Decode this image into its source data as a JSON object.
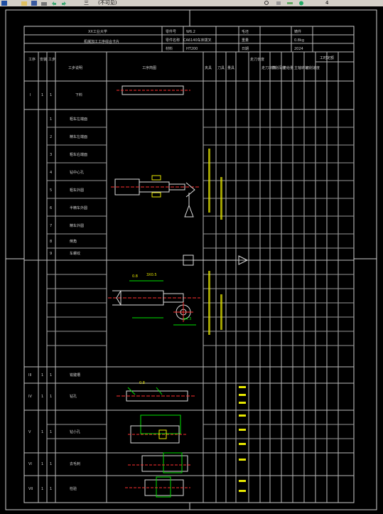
{
  "toolbar": {
    "label_left": "三",
    "label_mid": "(不可见)",
    "label_right": "4"
  },
  "card": {
    "school": "XX工业大学",
    "title": "机械加工工序综合卡片",
    "header_cols": [
      "零件号",
      "零件名称",
      "材料"
    ],
    "header_vals": [
      "W6.2",
      "CA6140车床拨叉",
      "HT200"
    ],
    "header_cols2": [
      "毛坯",
      "重量",
      "日期"
    ],
    "header_vals2": [
      "铸件",
      "0.8kg",
      "2024"
    ],
    "columns": [
      "工序",
      "安装",
      "工步",
      "工步说明",
      "工序简图",
      "夹具",
      "刀具",
      "量具",
      "走刀长度",
      "走刀次数",
      "切削深度",
      "进给量",
      "主轴转速",
      "切削速度",
      "工时定额"
    ]
  },
  "rows": [
    {
      "op": "I",
      "inst": "1",
      "step": "1",
      "desc": "下料"
    },
    {
      "op": "",
      "inst": "",
      "step": "1",
      "desc": "粗车左端面"
    },
    {
      "op": "",
      "inst": "",
      "step": "2",
      "desc": "精车左端面"
    },
    {
      "op": "",
      "inst": "",
      "step": "3",
      "desc": "粗车右端面"
    },
    {
      "op": "",
      "inst": "",
      "step": "4",
      "desc": "钻中心孔"
    },
    {
      "op": "",
      "inst": "",
      "step": "5",
      "desc": "粗车外圆"
    },
    {
      "op": "",
      "inst": "",
      "step": "6",
      "desc": "半精车外圆"
    },
    {
      "op": "",
      "inst": "",
      "step": "7",
      "desc": "精车外圆"
    },
    {
      "op": "",
      "inst": "",
      "step": "8",
      "desc": "倒角"
    },
    {
      "op": "",
      "inst": "",
      "step": "9",
      "desc": "车螺纹"
    },
    {
      "op": "III",
      "inst": "1",
      "step": "1",
      "desc": "铣键槽"
    },
    {
      "op": "IV",
      "inst": "1",
      "step": "1",
      "desc": "钻孔"
    },
    {
      "op": "V",
      "inst": "1",
      "step": "1",
      "desc": "钻小孔"
    },
    {
      "op": "VI",
      "inst": "1",
      "step": "1",
      "desc": "去毛刺"
    },
    {
      "op": "VII",
      "inst": "1",
      "step": "1",
      "desc": "检验"
    }
  ],
  "notes": {
    "dim1": "0.8",
    "dim2": "3X0.5",
    "dim3": "φ4.3",
    "dim4": "0.8"
  }
}
